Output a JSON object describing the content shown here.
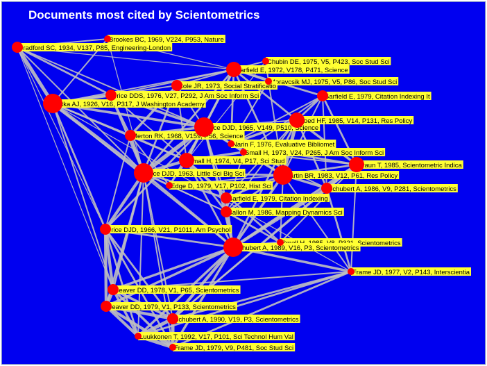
{
  "title": "Documents most cited by Scientometrics",
  "colors": {
    "background": "#0000f0",
    "edge": "#c0c0c0",
    "node": "#ff0000",
    "label_bg": "#ffff33",
    "title": "#ffffff"
  },
  "nodes": [
    {
      "id": "brookes",
      "label": "Brookes BC, 1969, V224, P953, Nature",
      "size": 1
    },
    {
      "id": "bradford",
      "label": "Bradford SC, 1934, V137, P85, Engineering-London",
      "size": 2
    },
    {
      "id": "chubin",
      "label": "Chubin DE, 1975, V5, P423, Soc Stud Sci",
      "size": 1
    },
    {
      "id": "garfield72",
      "label": "Garfield E, 1972, V178, P471, Science",
      "size": 3
    },
    {
      "id": "moravcsik",
      "label": "Moravcsik MJ, 1975, V5, P86, Soc Stud Sci",
      "size": 1
    },
    {
      "id": "cole",
      "label": "Cole JR, 1973, Social Stratificatio",
      "size": 2
    },
    {
      "id": "garfield79a",
      "label": "Garfield E, 1979, Citation Indexing It",
      "size": 2
    },
    {
      "id": "pricedds",
      "label": "Price DDS, 1976, V27, P292, J Am Soc Inform Sci",
      "size": 2
    },
    {
      "id": "lotka",
      "label": "Lotka AJ, 1926, V16, P317, J Washington Academy",
      "size": 4
    },
    {
      "id": "moed",
      "label": "Moed HF, 1985, V14, P131, Res Policy",
      "size": 3
    },
    {
      "id": "price65",
      "label": "Price DJD, 1965, V149, P510, Science",
      "size": 4
    },
    {
      "id": "merton",
      "label": "Merton RK, 1968, V159, P56, Science",
      "size": 2
    },
    {
      "id": "narin",
      "label": "Narin F, 1976, Evaluative Bibliomet",
      "size": 1
    },
    {
      "id": "small73",
      "label": "Small H, 1973, V24, P265, J Am Soc Inform Sci",
      "size": 1
    },
    {
      "id": "small74",
      "label": "Small H, 1974, V4, P17, Sci Stud",
      "size": 3
    },
    {
      "id": "braun",
      "label": "Braun T, 1985, Scientometric Indica",
      "size": 3
    },
    {
      "id": "price63",
      "label": "Price DJD, 1963, Little Sci Big Sci",
      "size": 4
    },
    {
      "id": "martin",
      "label": "Martin BR, 1983, V12, P61, Res Policy",
      "size": 4
    },
    {
      "id": "edge",
      "label": "Edge D, 1979, V17, P102, Hist Sci",
      "size": 1
    },
    {
      "id": "schubert86",
      "label": "Schubert A, 1986, V9, P281, Scientometrics",
      "size": 2
    },
    {
      "id": "garfield79b",
      "label": "Garfield E, 1979, Citation Indexing",
      "size": 2
    },
    {
      "id": "callon",
      "label": "Callon M, 1986, Mapping Dynamics Sci",
      "size": 2
    },
    {
      "id": "price66",
      "label": "Price DJD, 1966, V21, P1011, Am Psychol",
      "size": 2
    },
    {
      "id": "small85",
      "label": "Small H, 1985, V8, P321, Scientometrics",
      "size": 1
    },
    {
      "id": "schubert89",
      "label": "Schubert A, 1989, V16, P3, Scientometrics",
      "size": 4
    },
    {
      "id": "frame77",
      "label": "Frame JD, 1977, V2, P143, Interscientia",
      "size": 1
    },
    {
      "id": "beaver78",
      "label": "Beaver DD, 1978, V1, P65, Scientometrics",
      "size": 2
    },
    {
      "id": "beaver79",
      "label": "Beaver DD, 1979, V1, P133, Scientometrics",
      "size": 2
    },
    {
      "id": "schubert90",
      "label": "Schubert A, 1990, V19, P3, Scientometrics",
      "size": 2
    },
    {
      "id": "luukkonen",
      "label": "Luukkonen T, 1992, V17, P101, Sci Technol Hum Val",
      "size": 1
    },
    {
      "id": "frame79",
      "label": "Frame JD, 1979, V9, P481, Soc Stud Sci",
      "size": 1
    }
  ],
  "edges": [
    [
      "bradford",
      "lotka",
      6
    ],
    [
      "bradford",
      "brookes",
      2
    ],
    [
      "bradford",
      "price65",
      2
    ],
    [
      "bradford",
      "pricedds",
      3
    ],
    [
      "bradford",
      "price63",
      2
    ],
    [
      "bradford",
      "garfield72",
      1
    ],
    [
      "bradford",
      "price66",
      1
    ],
    [
      "bradford",
      "beaver78",
      1
    ],
    [
      "brookes",
      "lotka",
      2
    ],
    [
      "brookes",
      "garfield72",
      1
    ],
    [
      "brookes",
      "price63",
      1
    ],
    [
      "lotka",
      "pricedds",
      5
    ],
    [
      "lotka",
      "price63",
      6
    ],
    [
      "lotka",
      "price65",
      4
    ],
    [
      "lotka",
      "merton",
      3
    ],
    [
      "lotka",
      "price66",
      3
    ],
    [
      "lotka",
      "garfield72",
      2
    ],
    [
      "lotka",
      "beaver78",
      2
    ],
    [
      "lotka",
      "schubert89",
      2
    ],
    [
      "lotka",
      "cole",
      2
    ],
    [
      "lotka",
      "small74",
      2
    ],
    [
      "lotka",
      "frame77",
      1
    ],
    [
      "garfield72",
      "price65",
      4
    ],
    [
      "garfield72",
      "small74",
      3
    ],
    [
      "garfield72",
      "moed",
      3
    ],
    [
      "garfield72",
      "martin",
      3
    ],
    [
      "garfield72",
      "garfield79a",
      3
    ],
    [
      "garfield72",
      "chubin",
      2
    ],
    [
      "garfield72",
      "moravcsik",
      2
    ],
    [
      "garfield72",
      "narin",
      3
    ],
    [
      "garfield72",
      "price63",
      3
    ],
    [
      "garfield72",
      "cole",
      2
    ],
    [
      "garfield72",
      "pricedds",
      2
    ],
    [
      "chubin",
      "moravcsik",
      2
    ],
    [
      "chubin",
      "small74",
      1
    ],
    [
      "moravcsik",
      "martin",
      2
    ],
    [
      "moravcsik",
      "narin",
      2
    ],
    [
      "cole",
      "merton",
      4
    ],
    [
      "cole",
      "price63",
      3
    ],
    [
      "cole",
      "price65",
      2
    ],
    [
      "cole",
      "small74",
      2
    ],
    [
      "pricedds",
      "price65",
      4
    ],
    [
      "pricedds",
      "price63",
      4
    ],
    [
      "pricedds",
      "merton",
      2
    ],
    [
      "pricedds",
      "small74",
      2
    ],
    [
      "garfield79a",
      "moed",
      3
    ],
    [
      "garfield79a",
      "braun",
      3
    ],
    [
      "garfield79a",
      "martin",
      2
    ],
    [
      "garfield79a",
      "schubert86",
      2
    ],
    [
      "garfield79a",
      "narin",
      2
    ],
    [
      "garfield79a",
      "small73",
      2
    ],
    [
      "moed",
      "martin",
      6
    ],
    [
      "moed",
      "braun",
      4
    ],
    [
      "moed",
      "narin",
      4
    ],
    [
      "moed",
      "schubert86",
      3
    ],
    [
      "moed",
      "schubert89",
      3
    ],
    [
      "moed",
      "garfield79b",
      2
    ],
    [
      "moed",
      "callon",
      2
    ],
    [
      "moed",
      "price65",
      2
    ],
    [
      "price65",
      "price63",
      7
    ],
    [
      "price65",
      "merton",
      4
    ],
    [
      "price65",
      "small74",
      4
    ],
    [
      "price65",
      "small73",
      3
    ],
    [
      "price65",
      "narin",
      3
    ],
    [
      "price65",
      "schubert89",
      3
    ],
    [
      "price65",
      "martin",
      3
    ],
    [
      "price65",
      "edge",
      2
    ],
    [
      "price65",
      "garfield79b",
      2
    ],
    [
      "price65",
      "callon",
      2
    ],
    [
      "price65",
      "price66",
      3
    ],
    [
      "merton",
      "price63",
      4
    ],
    [
      "merton",
      "small74",
      3
    ],
    [
      "merton",
      "edge",
      2
    ],
    [
      "merton",
      "price66",
      2
    ],
    [
      "narin",
      "martin",
      4
    ],
    [
      "narin",
      "braun",
      3
    ],
    [
      "narin",
      "small73",
      2
    ],
    [
      "narin",
      "schubert86",
      2
    ],
    [
      "small73",
      "small74",
      4
    ],
    [
      "small73",
      "callon",
      2
    ],
    [
      "small73",
      "braun",
      2
    ],
    [
      "small74",
      "price63",
      5
    ],
    [
      "small74",
      "edge",
      3
    ],
    [
      "small74",
      "callon",
      3
    ],
    [
      "small74",
      "small85",
      3
    ],
    [
      "small74",
      "garfield79b",
      2
    ],
    [
      "small74",
      "schubert89",
      3
    ],
    [
      "braun",
      "schubert86",
      5
    ],
    [
      "braun",
      "schubert89",
      4
    ],
    [
      "braun",
      "martin",
      3
    ],
    [
      "braun",
      "frame77",
      2
    ],
    [
      "braun",
      "schubert90",
      2
    ],
    [
      "braun",
      "small85",
      2
    ],
    [
      "price63",
      "edge",
      3
    ],
    [
      "price63",
      "price66",
      5
    ],
    [
      "price63",
      "schubert89",
      4
    ],
    [
      "price63",
      "beaver78",
      3
    ],
    [
      "price63",
      "beaver79",
      3
    ],
    [
      "price63",
      "garfield79b",
      3
    ],
    [
      "price63",
      "martin",
      3
    ],
    [
      "price63",
      "callon",
      2
    ],
    [
      "price63",
      "schubert90",
      2
    ],
    [
      "price63",
      "luukkonen",
      2
    ],
    [
      "price63",
      "frame79",
      2
    ],
    [
      "martin",
      "schubert86",
      4
    ],
    [
      "martin",
      "schubert89",
      4
    ],
    [
      "martin",
      "garfield79b",
      3
    ],
    [
      "martin",
      "callon",
      3
    ],
    [
      "martin",
      "edge",
      2
    ],
    [
      "martin",
      "frame77",
      2
    ],
    [
      "martin",
      "small85",
      2
    ],
    [
      "schubert86",
      "schubert89",
      5
    ],
    [
      "schubert86",
      "frame77",
      3
    ],
    [
      "schubert86",
      "schubert90",
      3
    ],
    [
      "schubert86",
      "braun",
      2
    ],
    [
      "garfield79b",
      "callon",
      3
    ],
    [
      "garfield79b",
      "schubert89",
      3
    ],
    [
      "edge",
      "callon",
      2
    ],
    [
      "callon",
      "schubert89",
      3
    ],
    [
      "callon",
      "small85",
      3
    ],
    [
      "price66",
      "beaver78",
      5
    ],
    [
      "price66",
      "beaver79",
      5
    ],
    [
      "price66",
      "schubert89",
      3
    ],
    [
      "price66",
      "luukkonen",
      3
    ],
    [
      "price66",
      "frame79",
      3
    ],
    [
      "price66",
      "schubert90",
      3
    ],
    [
      "schubert89",
      "small85",
      4
    ],
    [
      "schubert89",
      "frame77",
      4
    ],
    [
      "schubert89",
      "beaver78",
      4
    ],
    [
      "schubert89",
      "beaver79",
      4
    ],
    [
      "schubert89",
      "schubert90",
      5
    ],
    [
      "schubert89",
      "luukkonen",
      4
    ],
    [
      "schubert89",
      "frame79",
      4
    ],
    [
      "frame77",
      "schubert90",
      3
    ],
    [
      "frame77",
      "luukkonen",
      3
    ],
    [
      "frame77",
      "frame79",
      3
    ],
    [
      "frame77",
      "beaver78",
      2
    ],
    [
      "beaver78",
      "beaver79",
      6
    ],
    [
      "beaver78",
      "schubert90",
      4
    ],
    [
      "beaver78",
      "luukkonen",
      4
    ],
    [
      "beaver78",
      "frame79",
      4
    ],
    [
      "beaver79",
      "schubert90",
      5
    ],
    [
      "beaver79",
      "luukkonen",
      5
    ],
    [
      "beaver79",
      "frame79",
      5
    ],
    [
      "schubert90",
      "luukkonen",
      6
    ],
    [
      "schubert90",
      "frame79",
      6
    ],
    [
      "luukkonen",
      "frame79",
      6
    ]
  ]
}
